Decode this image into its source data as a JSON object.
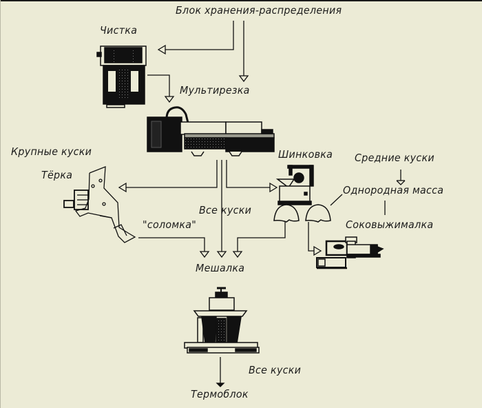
{
  "diagram": {
    "title": "Блок хранения-распределения",
    "colors": {
      "background": "#ecebd6",
      "ink": "#111111"
    },
    "nodes": [
      {
        "id": "storage",
        "label": "Блок хранения-распределения"
      },
      {
        "id": "cleaning",
        "label": "Чистка"
      },
      {
        "id": "multicutter",
        "label": "Мультирезка"
      },
      {
        "id": "grater",
        "label": "Тёрка"
      },
      {
        "id": "shredder",
        "label": "Шинковка"
      },
      {
        "id": "juicer",
        "label": "Соковыжималка"
      },
      {
        "id": "mixer",
        "label": "Мешалка"
      },
      {
        "id": "thermoblock",
        "label": "Термоблок"
      }
    ],
    "annotations": {
      "large_pieces": "Крупные куски",
      "all_pieces_1": "Все куски",
      "straw": "\"соломка\"",
      "medium_pieces": "Средние куски",
      "homogeneous_mass": "Однородная масса",
      "all_pieces_2": "Все куски"
    },
    "edges": [
      {
        "from": "storage",
        "to": "cleaning"
      },
      {
        "from": "storage",
        "to": "multicutter"
      },
      {
        "from": "cleaning",
        "to": "multicutter"
      },
      {
        "from": "multicutter",
        "to": "grater",
        "label": "Крупные куски"
      },
      {
        "from": "multicutter",
        "to": "mixer",
        "label": "Все куски"
      },
      {
        "from": "multicutter",
        "to": "shredder",
        "label": "Средние куски"
      },
      {
        "from": "grater",
        "to": "mixer",
        "label": "\"соломка\""
      },
      {
        "from": "shredder",
        "to": "mixer"
      },
      {
        "from": "shredder",
        "to": "juicer",
        "label": "Однородная масса"
      },
      {
        "from": "mixer",
        "to": "thermoblock",
        "label": "Все куски"
      }
    ]
  }
}
